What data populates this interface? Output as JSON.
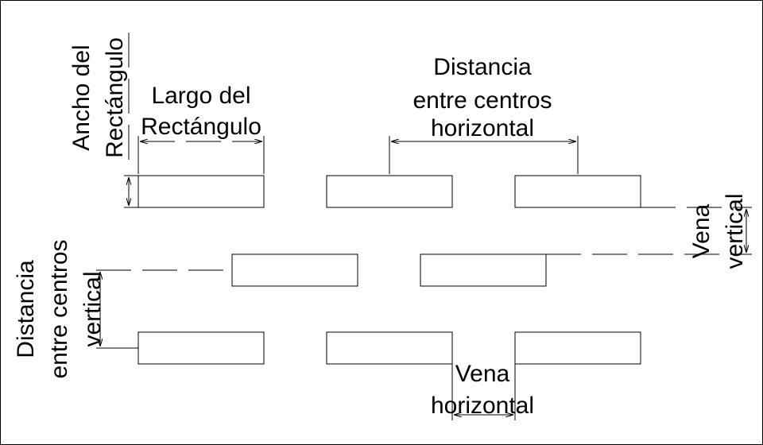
{
  "labels": {
    "ancho": [
      "Ancho del",
      "Rectángulo"
    ],
    "largo": [
      "Largo del",
      "Rectángulo"
    ],
    "dist_horizontal": [
      "Distancia",
      "entre centros",
      "horizontal"
    ],
    "vena_vertical": [
      "Vena",
      "vertical"
    ],
    "dist_vertical": [
      "Distancia",
      "entre centros",
      "vertical"
    ],
    "vena_horizontal": [
      "Vena",
      "horizontal"
    ]
  }
}
